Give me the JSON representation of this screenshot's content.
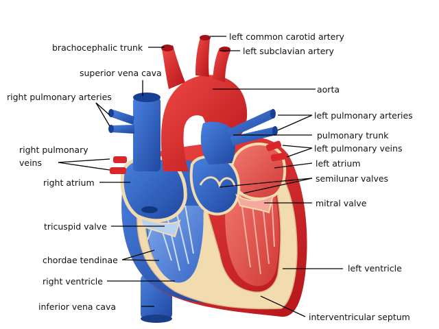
{
  "diagram": {
    "labels": {
      "left_common_carotid_artery": "left common carotid artery",
      "brachiocephalic_trunk": "brachocephalic trunk",
      "left_subclavian_artery": "left subclavian artery",
      "superior_vena_cava": "superior vena cava",
      "aorta": "aorta",
      "right_pulmonary_arteries": "right pulmonary arteries",
      "left_pulmonary_arteries": "left pulmonary arteries",
      "pulmonary_trunk": "pulmonary trunk",
      "right_pulmonary_veins_line1": "right pulmonary",
      "right_pulmonary_veins_line2": "veins",
      "left_pulmonary_veins": "left pulmonary veins",
      "left_atrium": "left atrium",
      "right_atrium": "right atrium",
      "semilunar_valves": "semilunar valves",
      "mitral_valve": "mitral valve",
      "tricuspid_valve": "tricuspid valve",
      "chordae_tendinae": "chordae tendinae",
      "left_ventricle": "left ventricle",
      "right_ventricle": "right ventricle",
      "inferior_vena_cava": "inferior vena cava",
      "interventricular_septum": "interventricular septum"
    },
    "colors": {
      "arterial_red": "#e3262b",
      "venous_blue": "#2f63c8",
      "muscle_tan": "#f3dbb0",
      "valve_light_blue": "#b9d2ef"
    }
  }
}
